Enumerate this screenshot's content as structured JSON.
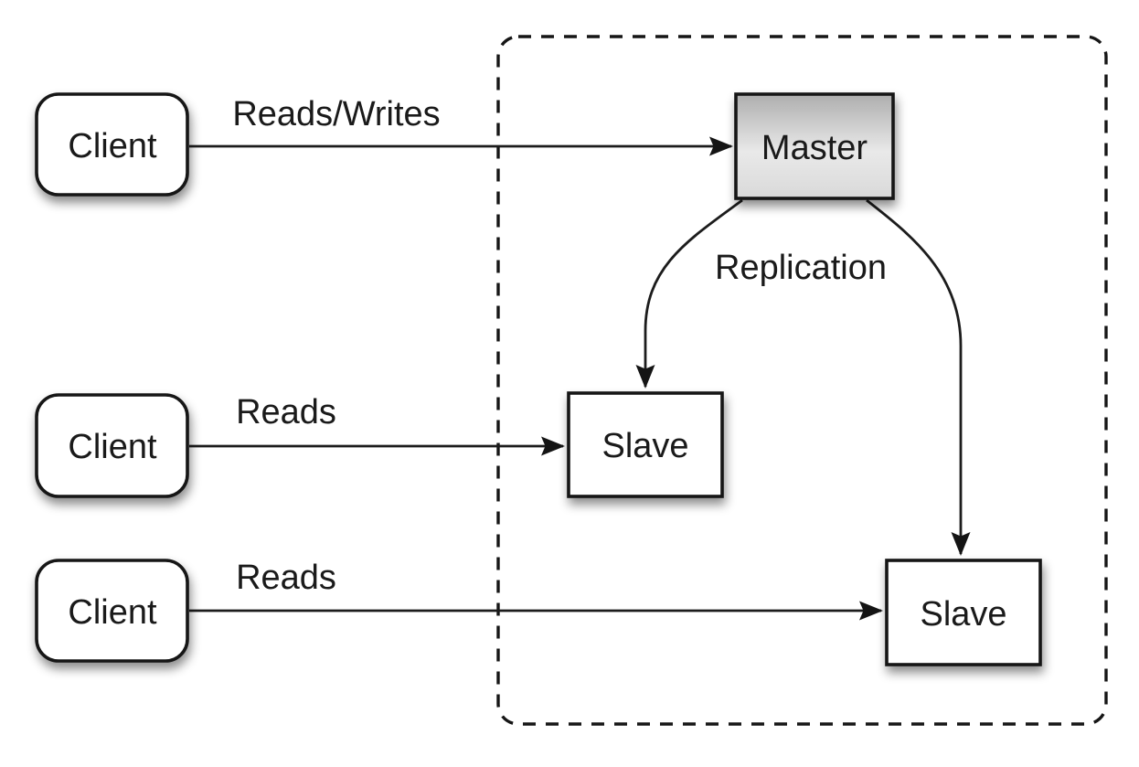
{
  "diagram": {
    "nodes": {
      "client1": {
        "label": "Client"
      },
      "client2": {
        "label": "Client"
      },
      "client3": {
        "label": "Client"
      },
      "master": {
        "label": "Master"
      },
      "slave1": {
        "label": "Slave"
      },
      "slave2": {
        "label": "Slave"
      }
    },
    "edges": {
      "client1_master": {
        "label": "Reads/Writes"
      },
      "client2_slave1": {
        "label": "Reads"
      },
      "client3_slave2": {
        "label": "Reads"
      },
      "replication": {
        "label": "Replication"
      }
    },
    "colors": {
      "background": "#ffffff",
      "node_fill": "#ffffff",
      "line": "#1c1c1c",
      "master_gradient_top": "#aeaeae",
      "master_gradient_mid": "#e9e9e9",
      "master_gradient_bottom": "#d9d9d9"
    }
  }
}
